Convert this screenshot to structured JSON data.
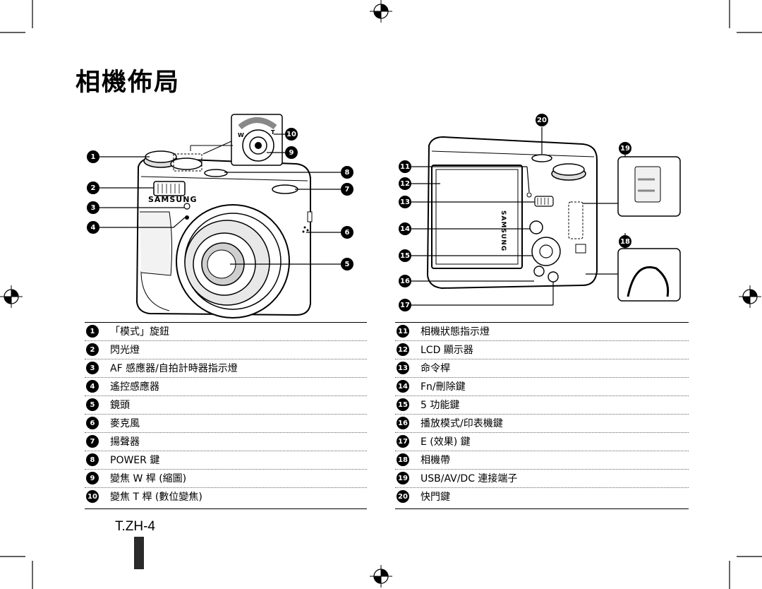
{
  "page": {
    "title": "相機佈局",
    "page_id": "T.ZH-4"
  },
  "callout_numbers": [
    "1",
    "2",
    "3",
    "4",
    "5",
    "6",
    "7",
    "8",
    "9",
    "10",
    "11",
    "12",
    "13",
    "14",
    "15",
    "16",
    "17",
    "18",
    "19",
    "20"
  ],
  "front_view": {
    "brand": "SAMSUNG",
    "zoom_w": "W",
    "zoom_t": "T"
  },
  "back_view": {
    "brand": "SAMSUNG"
  },
  "parts_left": [
    {
      "n": "1",
      "label": "「模式」旋鈕"
    },
    {
      "n": "2",
      "label": "閃光燈"
    },
    {
      "n": "3",
      "label": "AF 感應器/自拍計時器指示燈"
    },
    {
      "n": "4",
      "label": "遙控感應器"
    },
    {
      "n": "5",
      "label": "鏡頭"
    },
    {
      "n": "6",
      "label": "麥克風"
    },
    {
      "n": "7",
      "label": "揚聲器"
    },
    {
      "n": "8",
      "label": "POWER 鍵"
    },
    {
      "n": "9",
      "label": "變焦 W 桿 (縮圖)"
    },
    {
      "n": "10",
      "label": "變焦 T 桿 (數位變焦)"
    }
  ],
  "parts_right": [
    {
      "n": "11",
      "label": "相機狀態指示燈"
    },
    {
      "n": "12",
      "label": "LCD 顯示器"
    },
    {
      "n": "13",
      "label": "命令桿"
    },
    {
      "n": "14",
      "label": "Fn/刪除鍵"
    },
    {
      "n": "15",
      "label": "5 功能鍵"
    },
    {
      "n": "16",
      "label": "播放模式/印表機鍵"
    },
    {
      "n": "17",
      "label": "E (效果) 鍵"
    },
    {
      "n": "18",
      "label": "相機帶"
    },
    {
      "n": "19",
      "label": "USB/AV/DC 連接端子"
    },
    {
      "n": "20",
      "label": "快門鍵"
    }
  ]
}
